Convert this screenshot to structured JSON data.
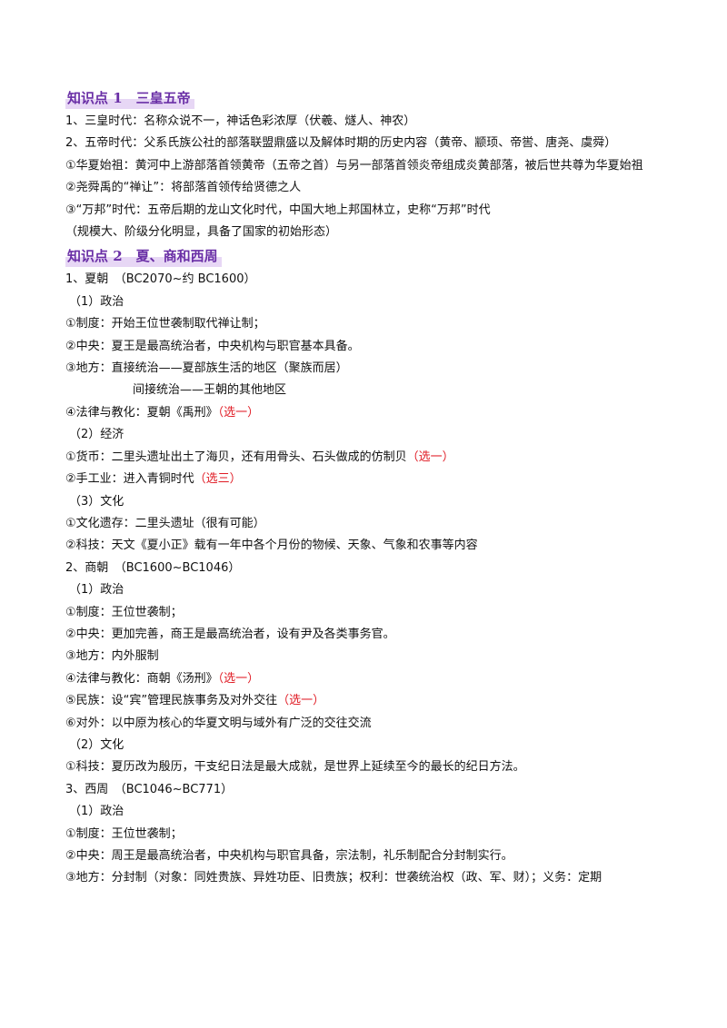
{
  "section1": {
    "heading": "知识点 1　三皇五帝",
    "lines": [
      "1、三皇时代：名称众说不一，神话色彩浓厚（伏羲、燧人、神农）",
      "2、五帝时代：父系氏族公社的部落联盟鼎盛以及解体时期的历史内容（黄帝、颛顼、帝喾、唐尧、虞舜）",
      "①华夏始祖：黄河中上游部落首领黄帝（五帝之首）与另一部落首领炎帝组成炎黄部落，被后世共尊为华夏始祖",
      "②尧舜禹的“禅让”：将部落首领传给贤德之人",
      "③“万邦”时代：五帝后期的龙山文化时代，中国大地上邦国林立，史称“万邦”时代",
      "（规模大、阶级分化明显，具备了国家的初始形态）"
    ]
  },
  "section2": {
    "heading": "知识点 2　夏、商和西周",
    "xia": {
      "title": "1、夏朝　（BC2070~约 BC1600）",
      "politics": "（1）政治",
      "p1": "①制度：开始王位世袭制取代禅让制；",
      "p2": "②中央：夏王是最高统治者，中央机构与职官基本具备。",
      "p3": "③地方：直接统治——夏部族生活的地区（聚族而居）",
      "p3b": "间接统治——王朝的其他地区",
      "p4": "④法律与教化：夏朝《禹刑》",
      "p4note": "（选一）",
      "economy": "（2）经济",
      "e1": "①货币：二里头遗址出土了海贝，还有用骨头、石头做成的仿制贝",
      "e1note": "（选一）",
      "e2": "②手工业：进入青铜时代",
      "e2note": "（选三）",
      "culture": "（3）文化",
      "c1": "①文化遗存：二里头遗址（很有可能）",
      "c2": "②科技：天文《夏小正》载有一年中各个月份的物候、天象、气象和农事等内容"
    },
    "shang": {
      "title": "2、商朝　（BC1600~BC1046）",
      "politics": "（1）政治",
      "p1": "①制度：王位世袭制；",
      "p2": "②中央：更加完善，商王是最高统治者，设有尹及各类事务官。",
      "p3": "③地方：内外服制",
      "p4": "④法律与教化：商朝《汤刑》",
      "p4note": "（选一）",
      "p5": "⑤民族：设“宾”管理民族事务及对外交往",
      "p5note": "（选一）",
      "p6": "⑥对外：以中原为核心的华夏文明与域外有广泛的交往交流",
      "culture": "（2）文化",
      "c1": "①科技：夏历改为殷历，干支纪日法是最大成就，是世界上延续至今的最长的纪日方法。"
    },
    "zhou": {
      "title": "3、西周　（BC1046~BC771）",
      "politics": "（1）政治",
      "p1": "①制度：王位世袭制；",
      "p2": "②中央：周王是最高统治者，中央机构与职官具备，宗法制，礼乐制配合分封制实行。",
      "p3": "③地方：分封制（对象：同姓贵族、异姓功臣、旧贵族；权利：世袭统治权（政、军、财）；义务：定期"
    }
  },
  "colors": {
    "heading": "#6a2fa6",
    "highlight": "#e7d7f5",
    "note": "#e01b24"
  }
}
